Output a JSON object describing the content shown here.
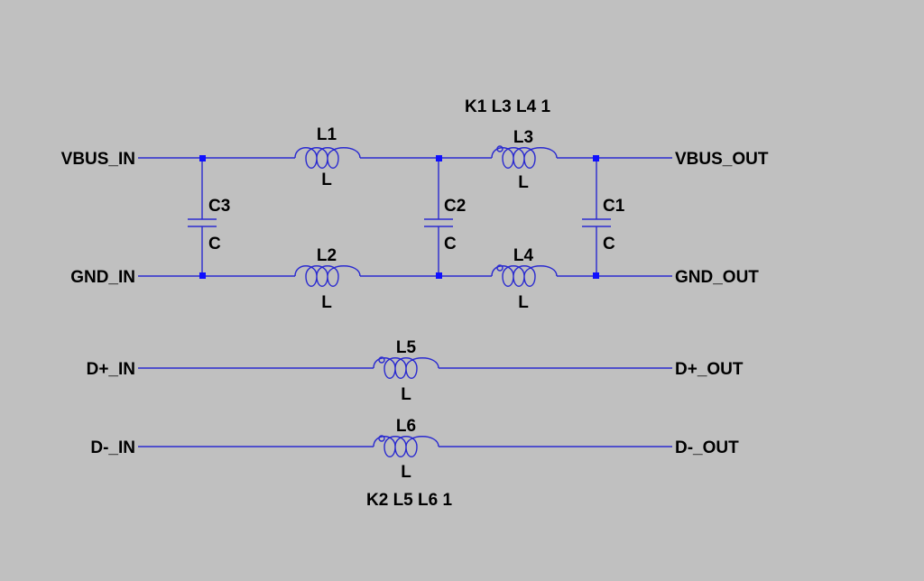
{
  "ports": {
    "vbus_in": "VBUS_IN",
    "gnd_in": "GND_IN",
    "d_plus_in": "D+_IN",
    "d_minus_in": "D-_IN",
    "vbus_out": "VBUS_OUT",
    "gnd_out": "GND_OUT",
    "d_plus_out": "D+_OUT",
    "d_minus_out": "D-_OUT"
  },
  "components": {
    "L1": {
      "ref": "L1",
      "value": "L"
    },
    "L2": {
      "ref": "L2",
      "value": "L"
    },
    "L3": {
      "ref": "L3",
      "value": "L"
    },
    "L4": {
      "ref": "L4",
      "value": "L"
    },
    "L5": {
      "ref": "L5",
      "value": "L"
    },
    "L6": {
      "ref": "L6",
      "value": "L"
    },
    "C1": {
      "ref": "C1",
      "value": "C"
    },
    "C2": {
      "ref": "C2",
      "value": "C"
    },
    "C3": {
      "ref": "C3",
      "value": "C"
    }
  },
  "directives": {
    "k1": "K1 L3 L4 1",
    "k2": "K2 L5 L6 1"
  },
  "colors": {
    "background": "#c0c0c0",
    "wire": "#2a2ad0",
    "junction": "#1010ff",
    "text": "#000000"
  }
}
